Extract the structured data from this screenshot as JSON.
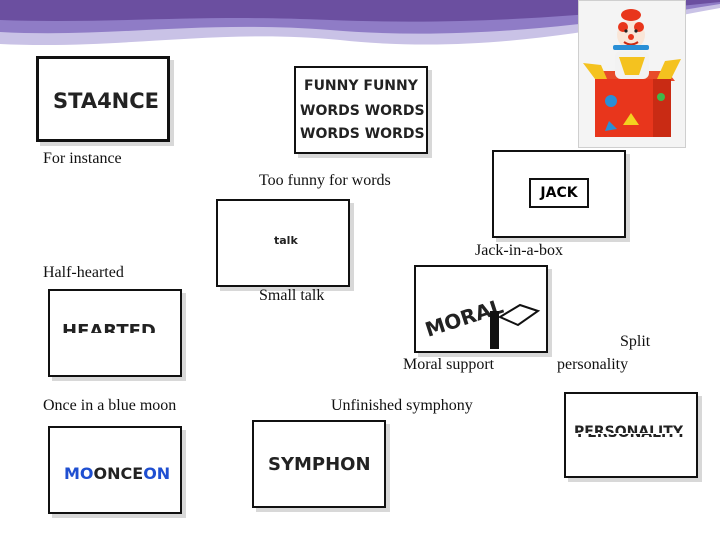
{
  "puzzles": {
    "stance": {
      "text": "STA4NCE",
      "answer": "For instance"
    },
    "funny": {
      "lines": [
        "FUNNY FUNNY",
        "WORDS WORDS",
        "WORDS WORDS"
      ],
      "answer": "Too funny for words"
    },
    "jack": {
      "text": "JACK",
      "answer": "Jack-in-a-box"
    },
    "talk": {
      "text": "talk",
      "answer": "Small talk"
    },
    "hearted": {
      "text": "HEARTED",
      "answer": "Half-hearted"
    },
    "moral": {
      "text": "MORAL",
      "answer": "Moral support"
    },
    "split": {
      "answer_line1": "Split",
      "answer_line2": "personality",
      "text": "PERSONALITY"
    },
    "moon": {
      "prefix": "MO",
      "middle": "ONCE",
      "suffix": "ON",
      "answer": "Once in a blue moon"
    },
    "symphony": {
      "text": "SYMPHON",
      "answer": "Unfinished symphony"
    }
  },
  "colors": {
    "moon_blue": "#1f4fd1",
    "banner_purple": "#6b4fa0"
  },
  "icons": {
    "photo": "jack-in-the-box-toy-photo"
  }
}
